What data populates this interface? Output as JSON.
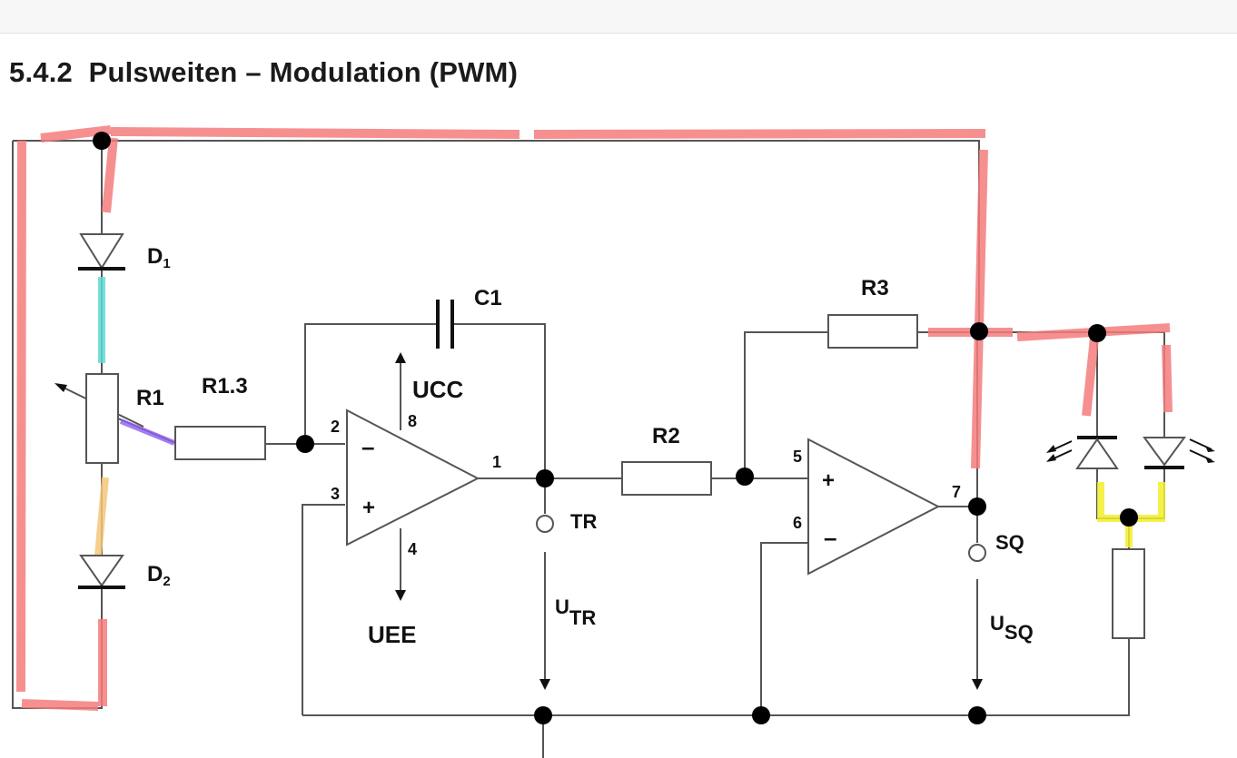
{
  "header": {
    "section_number": "5.4.2",
    "title": "Pulsweiten – Modulation (PWM)"
  },
  "components": {
    "d1": "D",
    "d1_sub": "1",
    "d2": "D",
    "d2_sub": "2",
    "r1": "R1",
    "r13": "R1.3",
    "c1": "C1",
    "r2": "R2",
    "r3": "R3",
    "ucc": "UCC",
    "uee": "UEE",
    "tr": "TR",
    "sq": "SQ",
    "utr": "U",
    "utr_sub": "TR",
    "usq": "U",
    "usq_sub": "SQ"
  },
  "pins": {
    "p1": "1",
    "p2": "2",
    "p3": "3",
    "p4": "4",
    "p5": "5",
    "p6": "6",
    "p7": "7",
    "p8": "8"
  },
  "opamp_signs": {
    "minus": "–",
    "plus": "+"
  },
  "highlight_colors": {
    "red": "#f47c7c",
    "cyan": "#5fd9d3",
    "purple": "#8d5cf0",
    "orange": "#f5c77a",
    "yellow": "#f2ee2c"
  }
}
